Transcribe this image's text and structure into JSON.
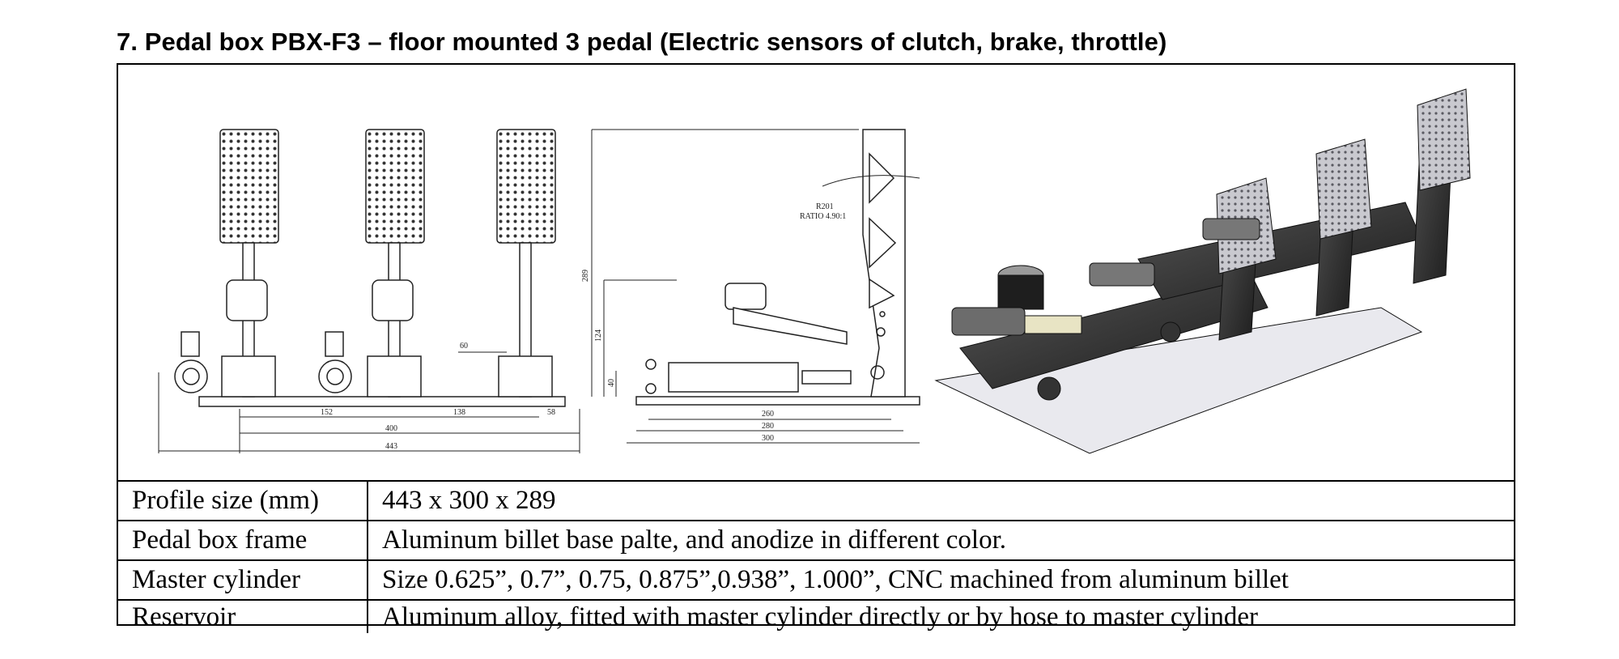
{
  "heading": "7. Pedal box PBX-F3 – floor mounted 3 pedal (Electric sensors of clutch, brake, throttle)",
  "drawing": {
    "front_dims": [
      "60",
      "152",
      "138",
      "58",
      "400",
      "443"
    ],
    "side_dims": [
      "289",
      "124",
      "40",
      "260",
      "280",
      "300"
    ],
    "radius_label": "R201",
    "ratio_label": "RATIO 4.90:1"
  },
  "specs": [
    {
      "label": "Profile size (mm)",
      "value": "443 x 300 x 289"
    },
    {
      "label": "Pedal box frame",
      "value": "Aluminum billet base palte, and anodize in different color."
    },
    {
      "label": "Master cylinder",
      "value": "Size 0.625”, 0.7”, 0.75, 0.875”,0.938”, 1.000”, CNC machined from aluminum billet"
    },
    {
      "label": "Reservoir",
      "value": "Aluminum alloy, fitted with master cylinder directly or by hose to master cylinder"
    }
  ]
}
